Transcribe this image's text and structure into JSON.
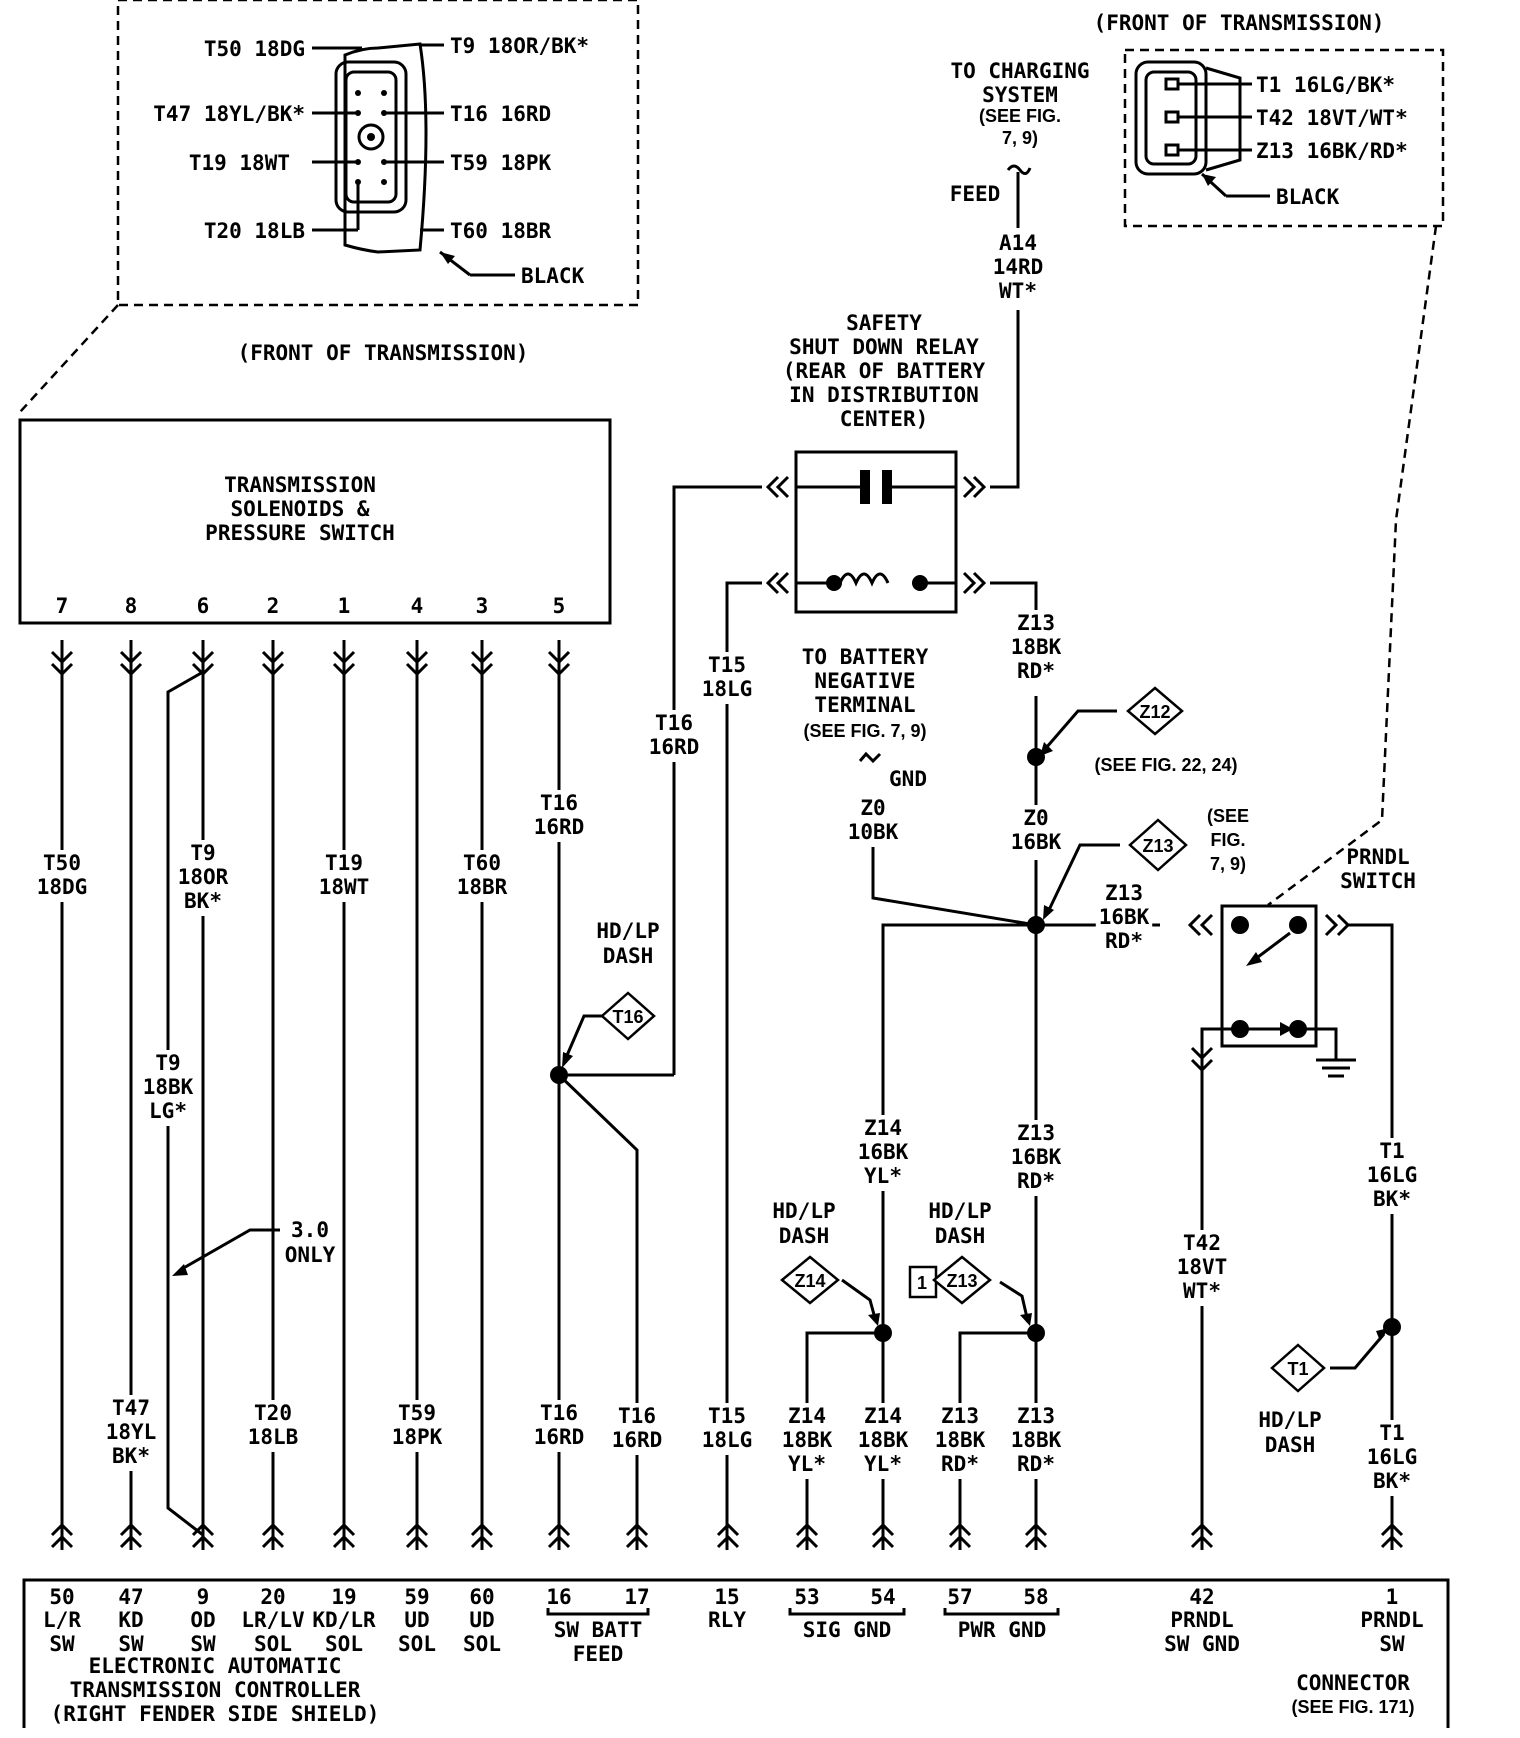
{
  "connector_top_left": {
    "pins_left": [
      {
        "label": "T50 18DG"
      },
      {
        "label": "T47 18YL/BK*"
      },
      {
        "label": "T19 18WT"
      },
      {
        "label": "T20 18LB"
      }
    ],
    "pins_right": [
      {
        "label": "T9 18OR/BK*"
      },
      {
        "label": "T16 16RD"
      },
      {
        "label": "T59 18PK"
      },
      {
        "label": "T60 18BR"
      }
    ],
    "color_label": "BLACK",
    "location": "(FRONT OF TRANSMISSION)"
  },
  "connector_top_right": {
    "location": "(FRONT OF TRANSMISSION)",
    "pins": [
      {
        "label": "T1 16LG/BK*"
      },
      {
        "label": "T42 18VT/WT*"
      },
      {
        "label": "Z13 16BK/RD*"
      }
    ],
    "color_label": "BLACK"
  },
  "solenoid_block": {
    "title": [
      "TRANSMISSION",
      "SOLENOIDS &",
      "PRESSURE SWITCH"
    ],
    "pins": [
      "7",
      "8",
      "6",
      "2",
      "1",
      "4",
      "3",
      "5"
    ]
  },
  "charging": {
    "text": [
      "TO CHARGING",
      "SYSTEM",
      "(SEE FIG.",
      "7, 9)"
    ],
    "feed": "FEED",
    "wire": [
      "A14",
      "14RD",
      "WT*"
    ]
  },
  "relay": {
    "title": [
      "SAFETY",
      "SHUT DOWN RELAY",
      "(REAR OF BATTERY",
      "IN DISTRIBUTION",
      "CENTER)"
    ]
  },
  "battery_neg": {
    "text": [
      "TO BATTERY",
      "NEGATIVE",
      "TERMINAL",
      "(SEE FIG. 7, 9)"
    ],
    "gnd": "GND"
  },
  "wire_labels": {
    "t50": [
      "T50",
      "18DG"
    ],
    "t9a": [
      "T9",
      "18OR",
      "BK*"
    ],
    "t9b": [
      "T9",
      "18BK",
      "LG*"
    ],
    "t19": [
      "T19",
      "18WT"
    ],
    "t60": [
      "T60",
      "18BR"
    ],
    "t16a": [
      "T16",
      "16RD"
    ],
    "t16b": [
      "T16",
      "16RD"
    ],
    "t15a": [
      "T15",
      "18LG"
    ],
    "z13a": [
      "Z13",
      "18BK",
      "RD*"
    ],
    "z0a": [
      "Z0",
      "10BK"
    ],
    "z0b": [
      "Z0",
      "16BK"
    ],
    "z13b": [
      "Z13",
      "16BK",
      "RD*"
    ],
    "z14a": [
      "Z14",
      "16BK",
      "YL*"
    ],
    "z13c": [
      "Z13",
      "16BK",
      "RD*"
    ],
    "t42": [
      "T42",
      "18VT",
      "WT*"
    ],
    "t1a": [
      "T1",
      "16LG",
      "BK*"
    ],
    "t47": [
      "T47",
      "18YL",
      "BK*"
    ],
    "t20": [
      "T20",
      "18LB"
    ],
    "t59": [
      "T59",
      "18PK"
    ],
    "t16c": [
      "T16",
      "16RD"
    ],
    "t16d": [
      "T16",
      "16RD"
    ],
    "t15b": [
      "T15",
      "18LG"
    ],
    "z14b": [
      "Z14",
      "18BK",
      "YL*"
    ],
    "z14c": [
      "Z14",
      "18BK",
      "YL*"
    ],
    "z13d": [
      "Z13",
      "18BK",
      "RD*"
    ],
    "z13e": [
      "Z13",
      "18BK",
      "RD*"
    ],
    "t1b": [
      "T1",
      "16LG",
      "BK*"
    ]
  },
  "splices": {
    "z12": "Z12",
    "z12_ref": "(SEE FIG. 22, 24)",
    "z13": "Z13",
    "z13_ref": [
      "(SEE",
      "FIG.",
      "7, 9)"
    ],
    "t16": "T16",
    "z14": "Z14",
    "z13b": "Z13",
    "z13b_box": "1",
    "t1": "T1"
  },
  "notes": {
    "hdlp": [
      "HD/LP",
      "DASH"
    ],
    "only30": [
      "3.0",
      "ONLY"
    ]
  },
  "prndl": {
    "title": [
      "PRNDL",
      "SWITCH"
    ]
  },
  "controller": {
    "pins": [
      {
        "num": "50",
        "l1": "L/R",
        "l2": "SW"
      },
      {
        "num": "47",
        "l1": "KD",
        "l2": "SW"
      },
      {
        "num": "9",
        "l1": "OD",
        "l2": "SW"
      },
      {
        "num": "20",
        "l1": "LR/LV",
        "l2": "SOL"
      },
      {
        "num": "19",
        "l1": "KD/LR",
        "l2": "SOL"
      },
      {
        "num": "59",
        "l1": "UD",
        "l2": "SOL"
      },
      {
        "num": "60",
        "l1": "UD",
        "l2": "SOL"
      },
      {
        "num": "16",
        "l1": "",
        "l2": ""
      },
      {
        "num": "17",
        "l1": "",
        "l2": ""
      },
      {
        "num": "15",
        "l1": "RLY",
        "l2": ""
      },
      {
        "num": "53",
        "l1": "",
        "l2": ""
      },
      {
        "num": "54",
        "l1": "",
        "l2": ""
      },
      {
        "num": "57",
        "l1": "",
        "l2": ""
      },
      {
        "num": "58",
        "l1": "",
        "l2": ""
      },
      {
        "num": "42",
        "l1": "PRNDL",
        "l2": "SW GND"
      },
      {
        "num": "1",
        "l1": "PRNDL",
        "l2": "SW"
      }
    ],
    "groups": {
      "swbatt": [
        "SW BATT",
        "FEED"
      ],
      "siggnd": "SIG GND",
      "pwrgnd": "PWR GND"
    },
    "title": [
      "ELECTRONIC AUTOMATIC",
      "TRANSMISSION CONTROLLER",
      "(RIGHT FENDER SIDE SHIELD)"
    ],
    "connector": [
      "CONNECTOR",
      "(SEE FIG. 171)"
    ]
  }
}
